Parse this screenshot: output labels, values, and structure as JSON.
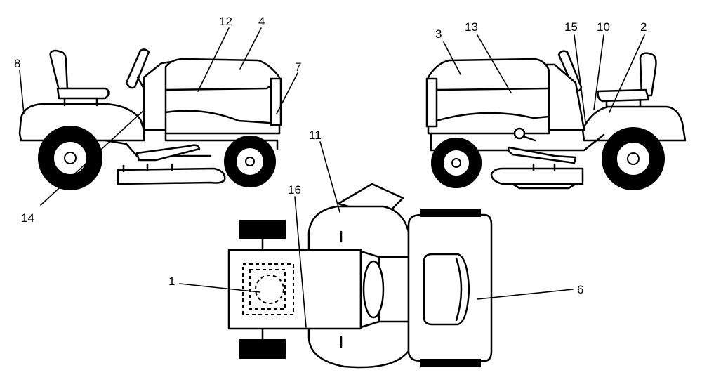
{
  "callouts": [
    {
      "id": "c1",
      "label": "1"
    },
    {
      "id": "c2",
      "label": "2"
    },
    {
      "id": "c3",
      "label": "3"
    },
    {
      "id": "c4",
      "label": "4"
    },
    {
      "id": "c6",
      "label": "6"
    },
    {
      "id": "c7",
      "label": "7"
    },
    {
      "id": "c8",
      "label": "8"
    },
    {
      "id": "c10",
      "label": "10"
    },
    {
      "id": "c11",
      "label": "11"
    },
    {
      "id": "c12",
      "label": "12"
    },
    {
      "id": "c13",
      "label": "13"
    },
    {
      "id": "c14",
      "label": "14"
    },
    {
      "id": "c15",
      "label": "15"
    },
    {
      "id": "c16",
      "label": "16"
    }
  ]
}
